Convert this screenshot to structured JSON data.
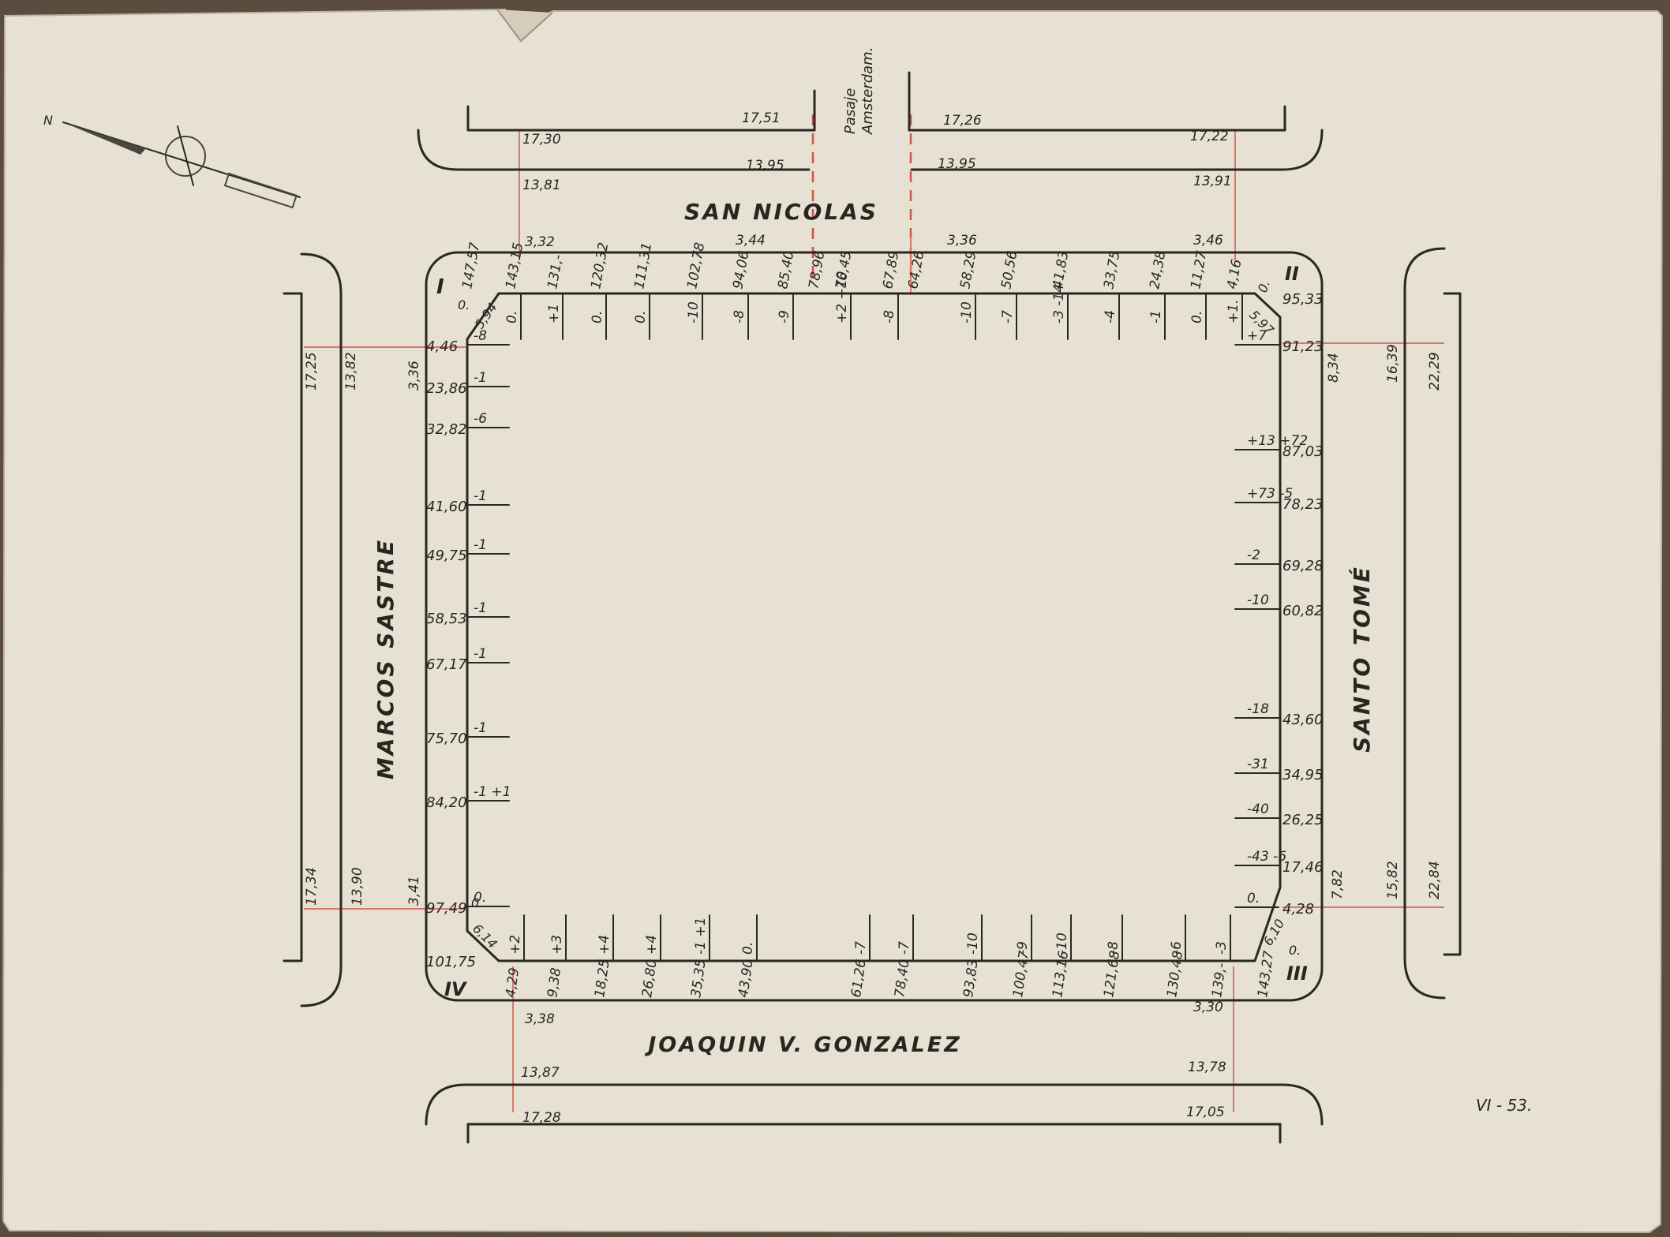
{
  "streets": {
    "north": "SAN NICOLAS",
    "south": "JOAQUIN V. GONZALEZ",
    "west": "MARCOS SASTRE",
    "east": "SANTO TOMÉ",
    "passage_line1": "Pasaje",
    "passage_line2": "Amsterdam."
  },
  "corners": {
    "nw": "I",
    "ne": "II",
    "se": "III",
    "sw": "IV",
    "zero": "0."
  },
  "sheet_mark": "VI - 53.",
  "north_arrow": {
    "letter": "N",
    "icon": "north-arrow-icon"
  },
  "street_profiles": {
    "north_top_left": [
      "17,51",
      "17,30",
      "13,95",
      "13,81"
    ],
    "north_top_right": [
      "17,26",
      "17,22",
      "13,95",
      "13,91"
    ],
    "north_center": [
      "3,32",
      "3,44",
      "3,36",
      "3,46"
    ],
    "south": [
      "3,38",
      "13,87",
      "17,28",
      "3,30",
      "13,78",
      "17,05"
    ],
    "west_upper": [
      "17,25",
      "13,82",
      "3,36"
    ],
    "west_lower": [
      "17,34",
      "13,90",
      "3,41"
    ],
    "east_upper": [
      "8,34",
      "16,39",
      "22,29"
    ],
    "east_lower": [
      "7,82",
      "15,82",
      "22,84"
    ]
  },
  "north_side": [
    {
      "dist": "147,57",
      "level": ""
    },
    {
      "dist": "143,15",
      "level": "0."
    },
    {
      "dist": "131,-",
      "level": "+1"
    },
    {
      "dist": "120,32",
      "level": "0."
    },
    {
      "dist": "111,31",
      "level": "0."
    },
    {
      "dist": "102,78",
      "level": "-10"
    },
    {
      "dist": "94,06",
      "level": "-8"
    },
    {
      "dist": "85,40",
      "level": "-9"
    },
    {
      "dist": "78,96",
      "level": ""
    },
    {
      "dist": "76,45",
      "level": "+2 +10"
    },
    {
      "dist": "67,89",
      "level": "-8"
    },
    {
      "dist": "64,26",
      "level": ""
    },
    {
      "dist": "58,29",
      "level": "-10"
    },
    {
      "dist": "50,56",
      "level": "-7"
    },
    {
      "dist": "41,83",
      "level": "-3 -14"
    },
    {
      "dist": "33,75",
      "level": "-4"
    },
    {
      "dist": "24,38",
      "level": "-1"
    },
    {
      "dist": "11,27",
      "level": "0."
    },
    {
      "dist": "4,16",
      "level": "+1."
    }
  ],
  "south_side": [
    {
      "dist": "4,29",
      "level": "+2"
    },
    {
      "dist": "9,38",
      "level": "+3"
    },
    {
      "dist": "18,25",
      "level": "+4"
    },
    {
      "dist": "26,80",
      "level": "+4"
    },
    {
      "dist": "35,35",
      "level": "-1 +1"
    },
    {
      "dist": "43,90",
      "level": "0."
    },
    {
      "dist": "61,26",
      "level": "-7"
    },
    {
      "dist": "78,40",
      "level": "-7"
    },
    {
      "dist": "93,83",
      "level": "-10"
    },
    {
      "dist": "100,47",
      "level": "-9"
    },
    {
      "dist": "113,16",
      "level": "-10"
    },
    {
      "dist": "121,68",
      "level": "-8"
    },
    {
      "dist": "130,48",
      "level": "-6"
    },
    {
      "dist": "139,-",
      "level": "-3"
    },
    {
      "dist": "143,27",
      "level": ""
    }
  ],
  "west_side": [
    {
      "dist": "4,46",
      "level": "-8"
    },
    {
      "dist": "23,86",
      "level": "-1"
    },
    {
      "dist": "32,82",
      "level": "-6"
    },
    {
      "dist": "41,60",
      "level": "-1"
    },
    {
      "dist": "49,75",
      "level": "-1"
    },
    {
      "dist": "58,53",
      "level": "-1"
    },
    {
      "dist": "67,17",
      "level": "-1"
    },
    {
      "dist": "75,70",
      "level": "-1"
    },
    {
      "dist": "84,20",
      "level": "-1 +1"
    },
    {
      "dist": "97,49",
      "level": "0."
    },
    {
      "dist": "101,75",
      "level": ""
    }
  ],
  "east_side": [
    {
      "dist": "95,33",
      "level": ""
    },
    {
      "dist": "91,23",
      "level": "+7"
    },
    {
      "dist": "87,03",
      "level": "+13 +72"
    },
    {
      "dist": "78,23",
      "level": "+73 -5"
    },
    {
      "dist": "69,28",
      "level": "-2"
    },
    {
      "dist": "60,82",
      "level": "-10"
    },
    {
      "dist": "43,60",
      "level": "-18"
    },
    {
      "dist": "34,95",
      "level": "-31"
    },
    {
      "dist": "26,25",
      "level": "-40"
    },
    {
      "dist": "17,46",
      "level": "-43 -6"
    },
    {
      "dist": "4,28",
      "level": "0."
    }
  ],
  "chamfers": {
    "nw": "5,94",
    "ne": "5,97",
    "sw": "6,14",
    "se": "6,10"
  }
}
